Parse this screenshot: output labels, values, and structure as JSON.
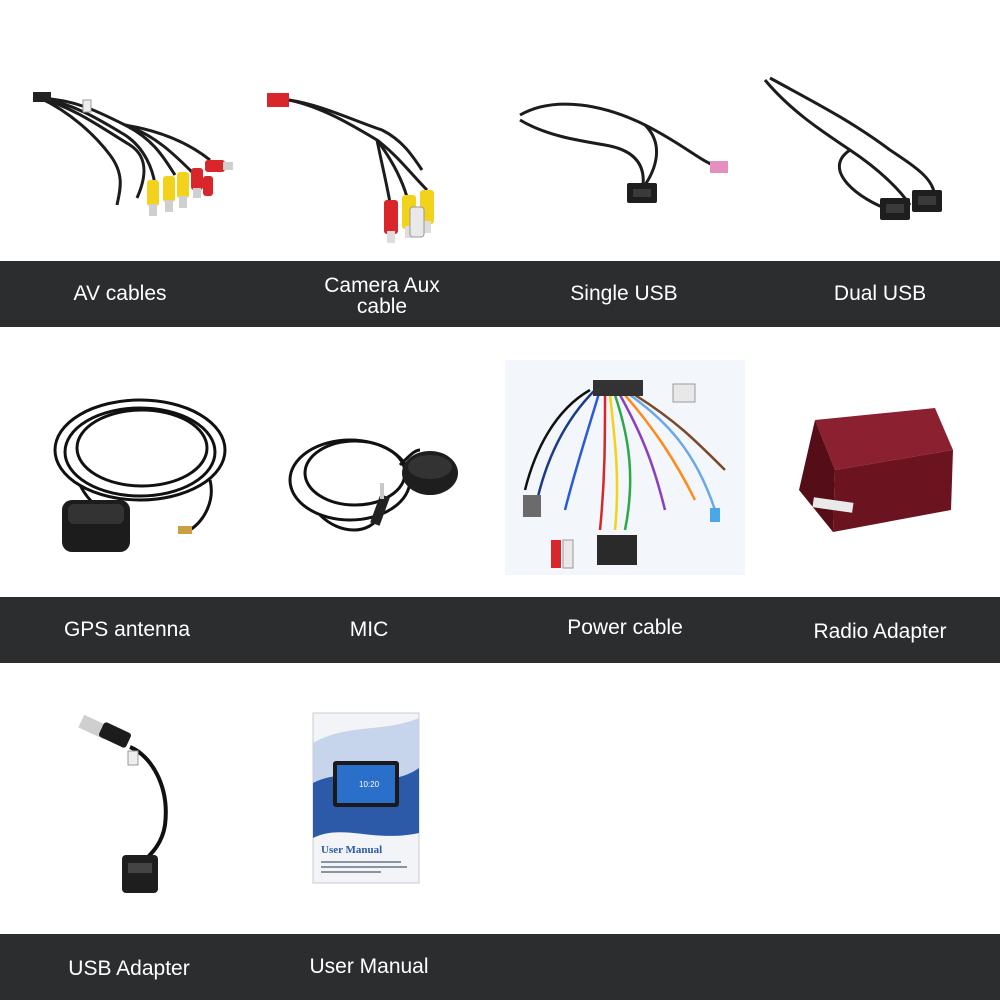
{
  "items": [
    {
      "label": "AV cables"
    },
    {
      "label_line1": "Camera Aux",
      "label_line2": "cable"
    },
    {
      "label": "Single USB"
    },
    {
      "label": "Dual USB"
    },
    {
      "label": "GPS antenna"
    },
    {
      "label": "MIC"
    },
    {
      "label": "Power cable"
    },
    {
      "label": "Radio Adapter"
    },
    {
      "label": "USB Adapter"
    },
    {
      "label": "User Manual"
    }
  ],
  "manual": {
    "cover_title": "User Manual",
    "screen_time": "10:20"
  },
  "colors": {
    "band": "#2b2d2f",
    "rca_red": "#d8262b",
    "rca_yellow": "#f2d21a",
    "rca_white": "#e9e9e9",
    "adapter_box": "#6b1420",
    "manual_blue": "#2c5aa8"
  },
  "icons": [
    "av-cables-image",
    "camera-aux-cable-image",
    "single-usb-image",
    "dual-usb-image",
    "gps-antenna-image",
    "mic-image",
    "power-cable-image",
    "radio-adapter-image",
    "usb-adapter-image",
    "user-manual-image"
  ]
}
